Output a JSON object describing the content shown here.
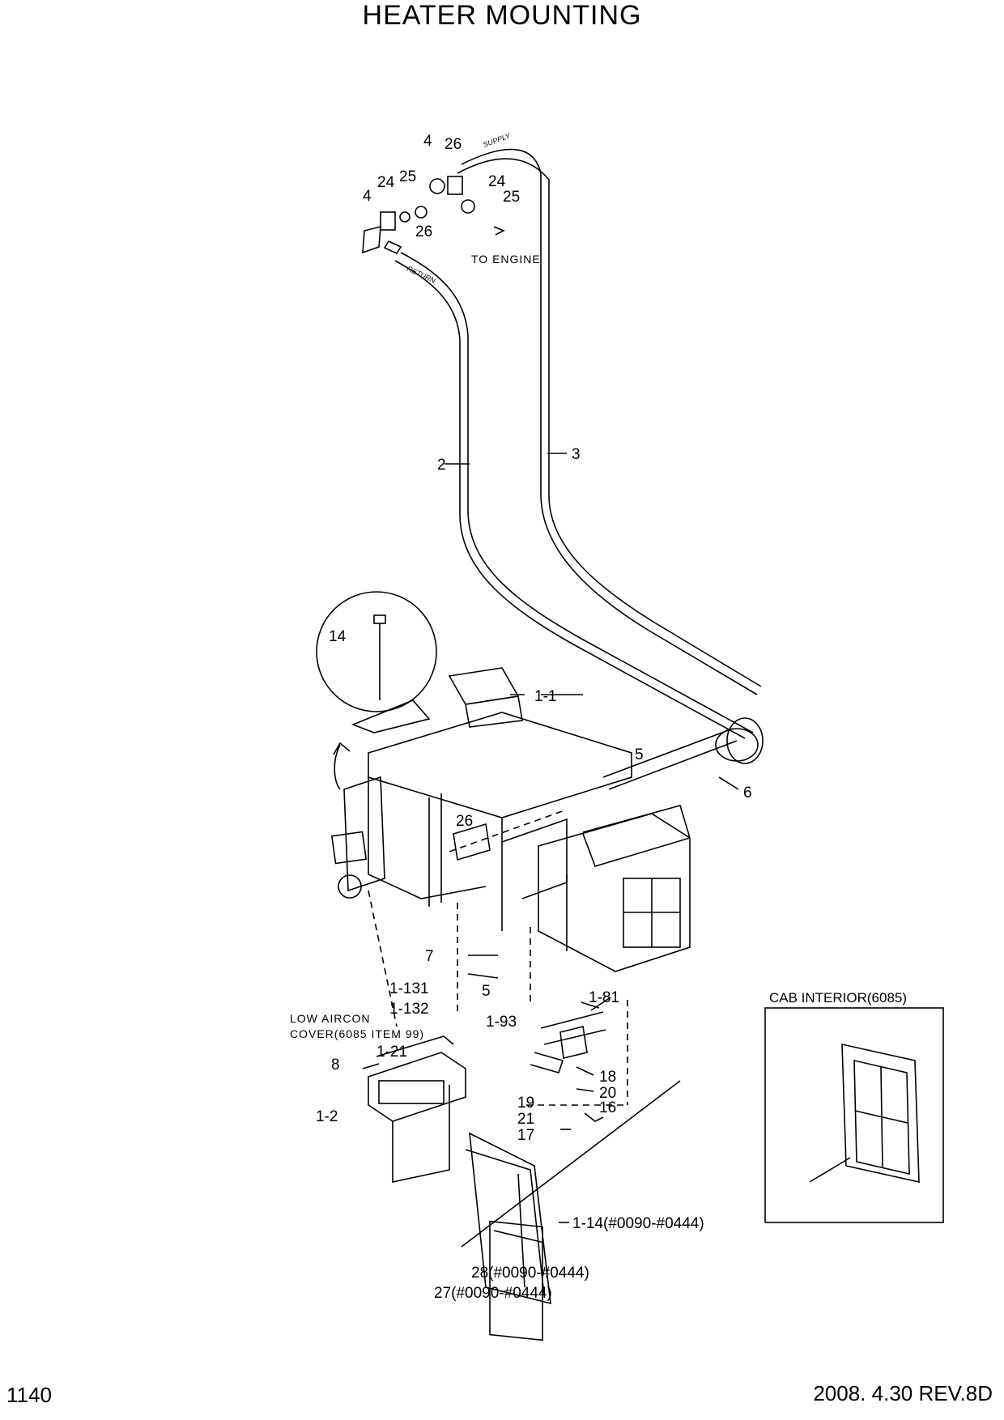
{
  "title": "HEATER MOUNTING",
  "page_number": "1140",
  "revision": "2008. 4.30  REV.8D",
  "annotations": {
    "to_engine": "TO ENGINE",
    "return_hose": "RETURN",
    "supply_hose": "SUPPLY",
    "low_aircon_line1": "LOW AIRCON",
    "low_aircon_line2": "COVER(6085 ITEM 99)",
    "cab_interior": "CAB INTERIOR(6085)"
  },
  "callouts": {
    "c4a": "4",
    "c26a": "26",
    "c4b": "4",
    "c24a": "24",
    "c25a": "25",
    "c24b": "24",
    "c25b": "25",
    "c26b": "26",
    "c2": "2",
    "c3": "3",
    "c14": "14",
    "c1_1": "1-1",
    "c5a": "5",
    "c6": "6",
    "c26c": "26",
    "c7": "7",
    "c5b": "5",
    "c1_131": "1-131",
    "c1_132": "1-132",
    "c1_81": "1-81",
    "c1_93": "1-93",
    "c8": "8",
    "c1_21": "1-21",
    "c1_2": "1-2",
    "c18": "18",
    "c19": "19",
    "c20": "20",
    "c16": "16",
    "c21": "21",
    "c17": "17",
    "c1_14": "1-14(#0090-#0444)",
    "c28": "28(#0090-#0444)",
    "c27": "27(#0090-#0444)"
  }
}
